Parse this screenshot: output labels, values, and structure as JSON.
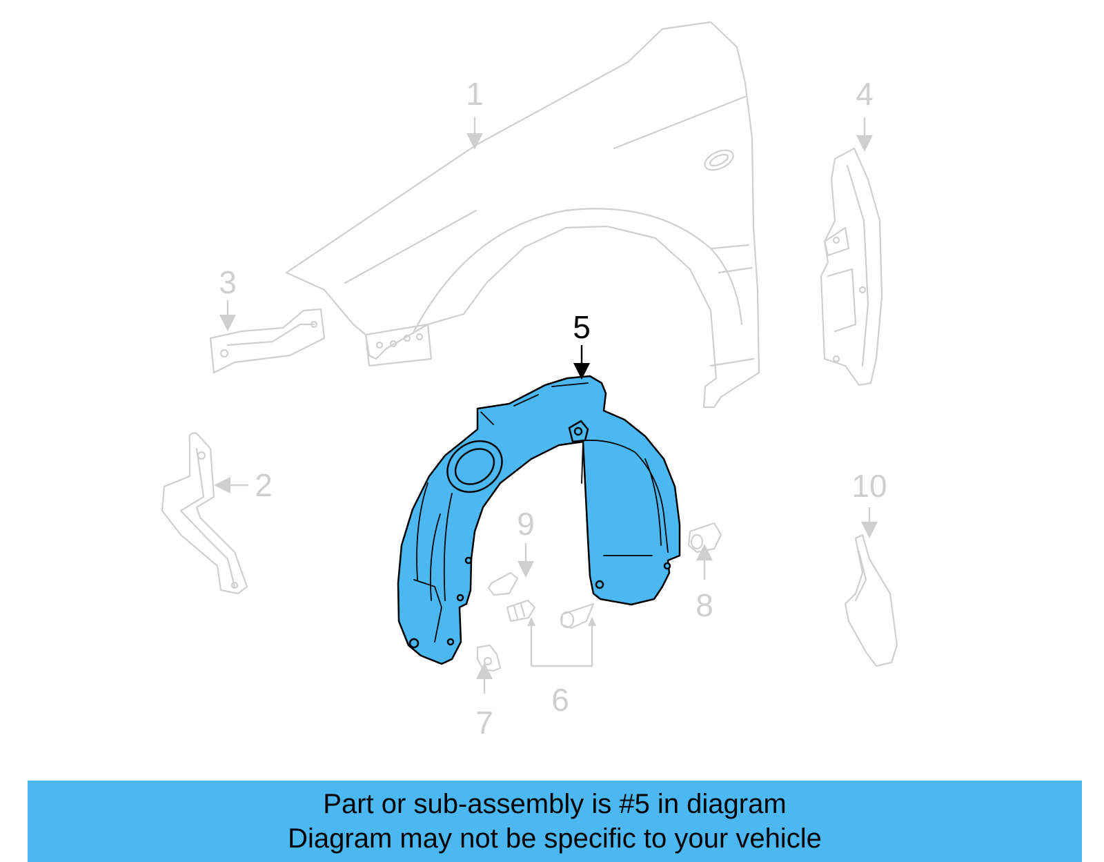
{
  "diagram": {
    "callouts": [
      "1",
      "2",
      "3",
      "4",
      "5",
      "6",
      "7",
      "8",
      "9",
      "10"
    ],
    "highlighted_part": "5",
    "highlight_color": "#4cb8f2",
    "ghost_color": "#cfcfcf"
  },
  "banner": {
    "line1": "Part or sub-assembly is #5 in diagram",
    "line2": "Diagram may not be specific to your vehicle",
    "color": "#4cb8f2"
  }
}
